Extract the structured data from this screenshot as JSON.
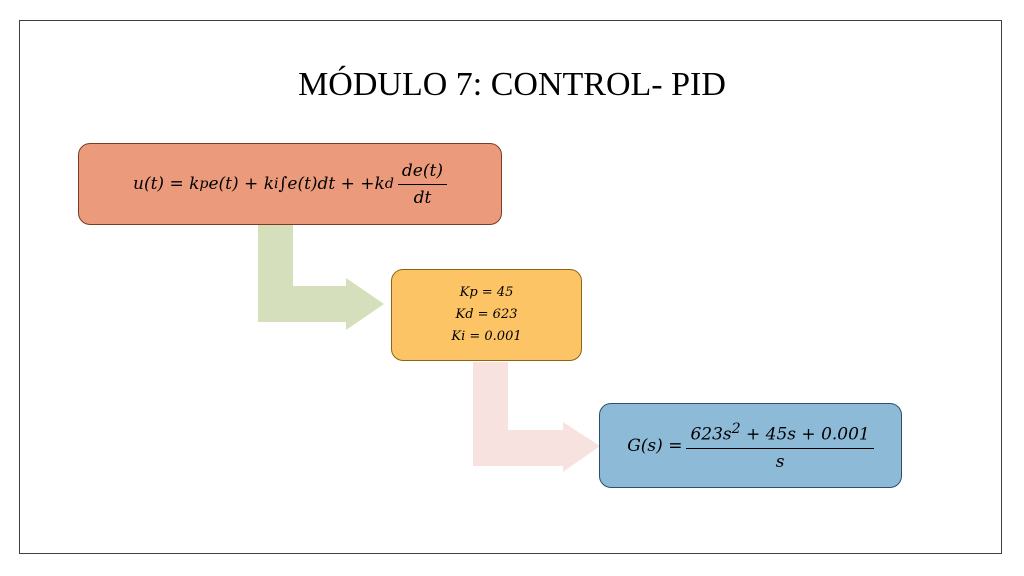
{
  "title": "MÓDULO 7: CONTROL- PID",
  "pid_equation": {
    "lhs": "u(t) = k",
    "kp_sub": "p",
    "mid": "e(t) + k",
    "ki_sub": "i",
    "integral": "∫e(t)dt + +k",
    "kd_sub": "d",
    "frac_num": "de(t)",
    "frac_den": "dt"
  },
  "gains": {
    "kp": "Kp = 45",
    "kd": "Kd = 623",
    "ki": "Ki = 0.001"
  },
  "transfer_function": {
    "lhs": "G(s) =",
    "num_prefix": "623s",
    "num_exp": "2",
    "num_suffix": " + 45s + 0.001",
    "den": "s"
  },
  "colors": {
    "pid_box": "#ec9a7c",
    "gains_box": "#fdc466",
    "tf_box": "#8dbad7",
    "arrow_green": "#d6dfbb",
    "arrow_pink": "#f8e2e0"
  }
}
